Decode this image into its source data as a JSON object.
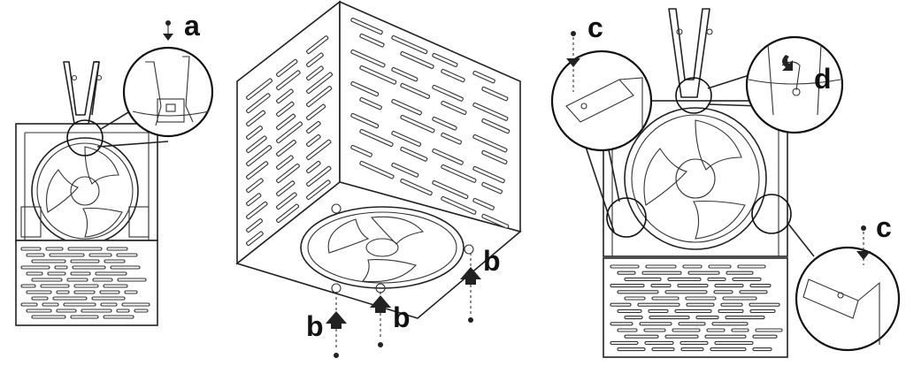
{
  "figure": {
    "labels": {
      "a": "a",
      "b_left": "b",
      "b_center": "b",
      "b_right": "b",
      "c_top": "c",
      "c_bottom": "c",
      "d": "d"
    }
  }
}
